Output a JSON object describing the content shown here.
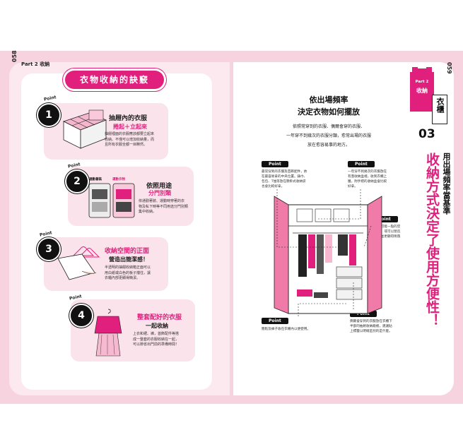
{
  "header": {
    "left_page_number": "058",
    "left_part": "Part 2",
    "left_part_title": "收納",
    "right_page_number": "059"
  },
  "left": {
    "title": "衣物收納的訣竅",
    "point_label": "Point",
    "points": [
      {
        "num": "1",
        "title": "抽屜內的衣服",
        "subtitle": "捲起＋立起來",
        "desc": [
          "抽屜裡面的衣服應該都要立起來",
          "收納。不僅可以增加收納量，而",
          "且所有衣服全都一目瞭然。"
        ]
      },
      {
        "num": "2",
        "title": "依照用途",
        "subtitle": "分門別類",
        "tags": [
          "通勤著裝",
          "運動衣物"
        ],
        "desc": [
          "依通勤著裝、運動時穿著的衣",
          "物及私下時等不同用途分門別類",
          "集中收納。"
        ]
      },
      {
        "num": "3",
        "title": "收納空間的正面",
        "subtitle": "營造出簡潔感！",
        "desc": [
          "半透明的抽屜收納箱正面可以",
          "用白紙或白色的板子擋住，讓",
          "衣櫃內部更顯得簡潔。"
        ]
      },
      {
        "num": "4",
        "title": "整套配好的衣服",
        "subtitle": "一起收納",
        "desc": [
          "上衣和裙、褲，首飾配件等搭",
          "成一整套的衣服收納在一起，",
          "可以節省出門前的準備時間！"
        ]
      }
    ]
  },
  "right": {
    "title_line1": "依出場頻率",
    "title_line2": "決定衣物如何擺放",
    "intro": [
      "依照常穿到的衣服、偶爾會穿的衣服、",
      "一年穿不到幾次的衣服分類，愈常出場的衣服",
      "放在愈容易事的地方。"
    ],
    "points": [
      {
        "label": "Point",
        "text": [
          "最常穿到的衣服及首飾配件，依",
          "在最容易拿的中央位置。錶巾、",
          "包包、T恤等放在懸掛式收納袋",
          "也會比較好拿。"
        ]
      },
      {
        "label": "Point",
        "text": [
          "一年穿不到幾次的衣服放在",
          "有蓋收納盒裡，收到衣櫃上",
          "層。附手把的收納盒會比較",
          "好拿。"
        ]
      },
      {
        "label": "Point",
        "text": [
          "衣架盡可能一點的空",
          "一邊色，或可以營造",
          "空間，並更顯得俐落",
          "刷調！"
        ]
      },
      {
        "label": "Point",
        "text": [
          "簡鬆及褲子收在衣櫃內以便使用。"
        ]
      },
      {
        "label": "Point",
        "text": [
          "偶爾會穿到的衣服放在衣櫃下",
          "半部的抽屜收納箱裡，建議貼",
          "上標籤以明確區別的是什麼。"
        ]
      }
    ],
    "side_tag": {
      "part": "Part 2",
      "label": "收納"
    },
    "category": "衣櫃",
    "chapter_num": "03",
    "chapter_sub": "用出場頻率當基準",
    "chapter_title": "收納方式決定了使用方便性！"
  },
  "colors": {
    "accent": "#e0207c",
    "bg_pink": "#f7d3df"
  }
}
